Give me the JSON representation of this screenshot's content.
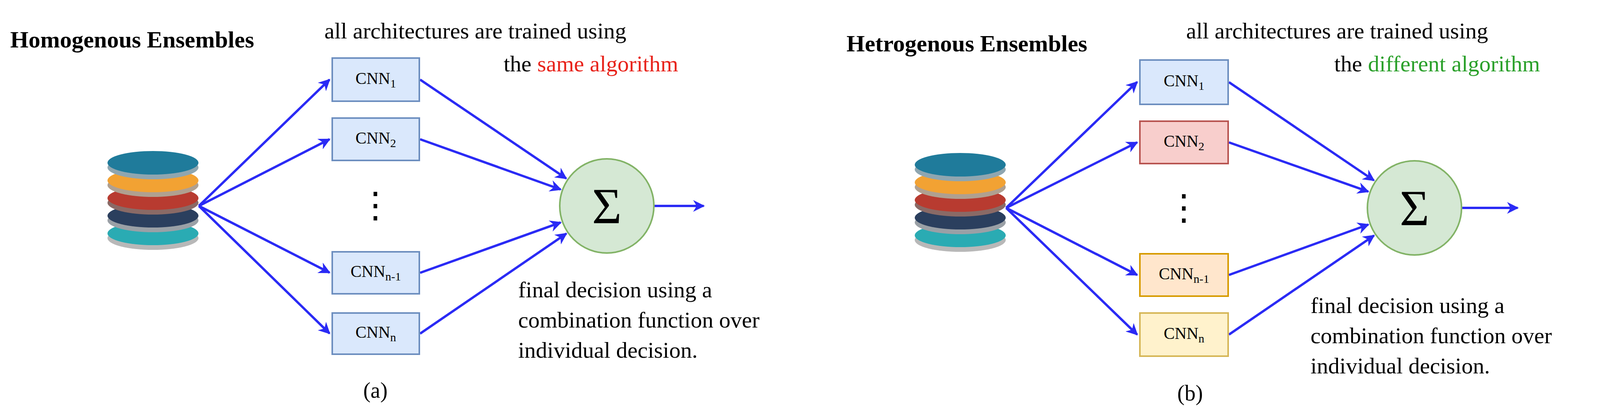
{
  "diagram": {
    "nodes": [
      {
        "text": [
          "CNN1"
        ]
      },
      {
        "text": [
          "CNN2"
        ]
      },
      {
        "text": [
          "CNNn-1"
        ]
      },
      {
        "text": [
          "CNNn"
        ]
      },
      {
        "text": [
          "Σ"
        ]
      },
      {
        "text": [
          "CNN1"
        ]
      },
      {
        "text": [
          "CNN2"
        ]
      },
      {
        "text": [
          "CNNn-1"
        ]
      },
      {
        "text": [
          "CNNn"
        ]
      },
      {
        "text": [
          "Σ"
        ]
      }
    ],
    "edges": [
      {
        "from": 0,
        "to": 4,
        "arrow": "to"
      },
      {
        "from": 1,
        "to": 4,
        "arrow": "to"
      },
      {
        "from": 2,
        "to": 4,
        "arrow": "to"
      },
      {
        "from": 3,
        "to": 4,
        "arrow": "to"
      },
      {
        "from": 5,
        "to": 9,
        "arrow": "to"
      },
      {
        "from": 6,
        "to": 9,
        "arrow": "to"
      },
      {
        "from": 7,
        "to": 9,
        "arrow": "to"
      },
      {
        "from": 8,
        "to": 9,
        "arrow": "to"
      }
    ],
    "labels": [
      "Homogenous Ensembles",
      "all architectures are trained using",
      "the",
      "same algorithm",
      "⋮",
      "final decision using a combination function over individual decision.",
      "(a)",
      "Hetrogenous Ensembles",
      "all architectures are trained using",
      "the",
      "different algorithm",
      "⋮",
      "final decision using a combination function over individual decision.",
      "(b)"
    ]
  }
}
